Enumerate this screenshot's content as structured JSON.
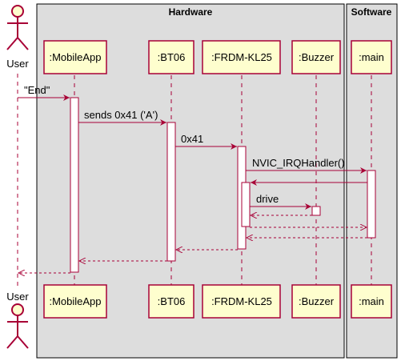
{
  "diagram": {
    "type": "sequence",
    "colors": {
      "group_fill": "#dddddd",
      "group_border": "#000000",
      "participant_fill": "#fefece",
      "participant_border": "#a80036",
      "arrow": "#a80036",
      "lifeline": "#a80036"
    },
    "actor_label": "User",
    "groups": [
      {
        "title": "Hardware"
      },
      {
        "title": "Software"
      }
    ],
    "participants": [
      {
        "id": "mobileapp",
        "label": ":MobileApp",
        "group": "Hardware"
      },
      {
        "id": "bt06",
        "label": ":BT06",
        "group": "Hardware"
      },
      {
        "id": "frdm",
        "label": ":FRDM-KL25",
        "group": "Hardware"
      },
      {
        "id": "buzzer",
        "label": ":Buzzer",
        "group": "Hardware"
      },
      {
        "id": "main",
        "label": ":main",
        "group": "Software"
      }
    ],
    "messages": [
      {
        "from": "user",
        "to": "mobileapp",
        "label": "\"End\"",
        "style": "solid"
      },
      {
        "from": "mobileapp",
        "to": "bt06",
        "label": "sends 0x41 ('A')",
        "style": "solid"
      },
      {
        "from": "bt06",
        "to": "frdm",
        "label": "0x41",
        "style": "solid"
      },
      {
        "from": "frdm",
        "to": "main",
        "label": "NVIC_IRQHandler()",
        "style": "solid"
      },
      {
        "from": "main",
        "to": "frdm",
        "label": "",
        "style": "solid"
      },
      {
        "from": "frdm",
        "to": "buzzer",
        "label": "drive",
        "style": "solid"
      },
      {
        "from": "buzzer",
        "to": "frdm",
        "label": "",
        "style": "dashed"
      },
      {
        "from": "frdm",
        "to": "main",
        "label": "",
        "style": "dashed"
      },
      {
        "from": "main",
        "to": "frdm",
        "label": "",
        "style": "dashed"
      },
      {
        "from": "frdm",
        "to": "bt06",
        "label": "",
        "style": "dashed"
      },
      {
        "from": "bt06",
        "to": "mobileapp",
        "label": "",
        "style": "dashed"
      },
      {
        "from": "mobileapp",
        "to": "user",
        "label": "",
        "style": "dashed"
      }
    ]
  }
}
